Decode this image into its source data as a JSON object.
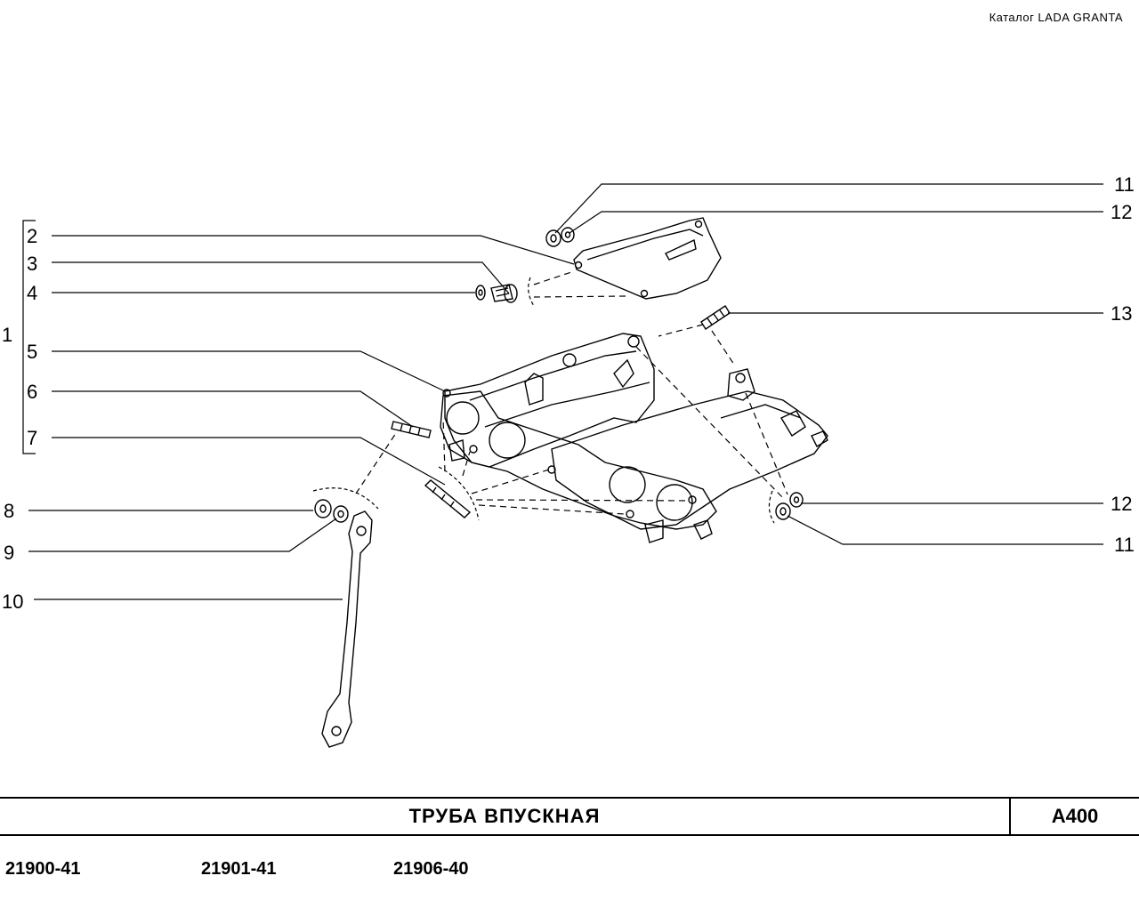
{
  "header": {
    "catalog": "Каталог  LADA  GRANTA"
  },
  "callouts": {
    "c1": "1",
    "c2": "2",
    "c3": "3",
    "c4": "4",
    "c5": "5",
    "c6": "6",
    "c7": "7",
    "c8": "8",
    "c9": "9",
    "c10": "10",
    "c11_top": "11",
    "c12_top": "12",
    "c13": "13",
    "c12_bottom": "12",
    "c11_bottom": "11"
  },
  "footer": {
    "title": "ТРУБА   ВПУСКНАЯ",
    "code": "А400",
    "models": [
      "21900-41",
      "21901-41",
      "21906-40"
    ]
  }
}
